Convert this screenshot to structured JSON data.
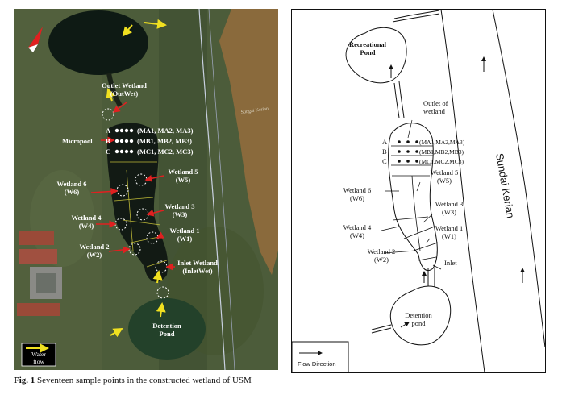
{
  "left_map": {
    "labels": {
      "outlet_line1": "Outlet Wetland",
      "outlet_line2": "(OutWet)",
      "row_a_letter": "A",
      "row_b_letter": "B",
      "row_c_letter": "C",
      "row_a_points": "(MA1, MA2, MA3)",
      "row_b_points": "(MB1, MB2, MB3)",
      "row_c_points": "(MC1, MC2, MC3)",
      "micropool": "Micropool",
      "w6_line1": "Wetland 6",
      "w6_line2": "(W6)",
      "w5_line1": "Wetland 5",
      "w5_line2": "(W5)",
      "w4_line1": "Wetland 4",
      "w4_line2": "(W4)",
      "w3_line1": "Wetland 3",
      "w3_line2": "(W3)",
      "w1_line1": "Wetland 1",
      "w1_line2": "(W1)",
      "w2_line1": "Wetland 2",
      "w2_line2": "(W2)",
      "inlet_line1": "Inlet Wetland",
      "inlet_line2": "(InletWet)",
      "detention_line1": "Detention",
      "detention_line2": "Pond",
      "legend_line1": "Water",
      "legend_line2": "flow",
      "river_label": "Sungai Kerian"
    },
    "colors": {
      "vegetation": "#4c5c3a",
      "river": "#8a6a3c",
      "pond": "#0e1a14",
      "wetland": "#121a14",
      "arrow_flow": "#f0e020",
      "marker": "#e02020",
      "label_text": "#ffffff"
    }
  },
  "right_map": {
    "labels": {
      "recreational_line1": "Recreational",
      "recreational_line2": "Pond",
      "outlet_line1": "Outlet of",
      "outlet_line2": "wetland",
      "row_a_letter": "A",
      "row_b_letter": "B",
      "row_c_letter": "C",
      "row_a_points": "(MA1,MA2,MA3)",
      "row_b_points": "(MB1,MB2,MB3)",
      "row_c_points": "(MC1,MC2,MC3)",
      "w5_line1": "Wetland 5",
      "w5_line2": "(W5)",
      "w6_line1": "Wetland 6",
      "w6_line2": "(W6)",
      "w3_line1": "Wetland 3",
      "w3_line2": "(W3)",
      "w4_line1": "Wetland 4",
      "w4_line2": "(W4)",
      "w1_line1": "Wetland 1",
      "w1_line2": "(W1)",
      "w2_line1": "Wetland 2",
      "w2_line2": "(W2)",
      "inlet": "Inlet",
      "detention_line1": "Detention",
      "detention_line2": "pond",
      "river": "Sundai Kerian",
      "legend": "Flow Direction"
    }
  },
  "caption": {
    "label": "Fig. 1",
    "text": "Seventeen sample points in the constructed wetland of USM"
  }
}
